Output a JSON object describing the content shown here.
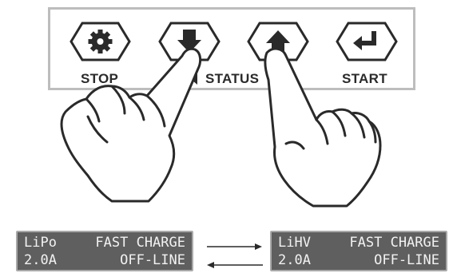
{
  "buttons": [
    {
      "id": "stop",
      "label": "STOP",
      "icon": "gear-icon"
    },
    {
      "id": "down",
      "label": "",
      "icon": "down-arrow-icon"
    },
    {
      "id": "up",
      "label": "",
      "icon": "up-arrow-icon"
    },
    {
      "id": "start",
      "label": "START",
      "icon": "enter-icon"
    }
  ],
  "status_label": "STATUS",
  "displays": [
    {
      "line1_left": "LiPo",
      "line1_right": "FAST CHARGE",
      "line2_left": "2.0A",
      "line2_right": "OFF-LINE"
    },
    {
      "line1_left": "LiHV",
      "line1_right": "FAST CHARGE",
      "line2_left": "2.0A",
      "line2_right": "OFF-LINE"
    }
  ],
  "colors": {
    "panel_border": "#bdbdbd",
    "lcd_bg": "#5f5f5f",
    "ink": "#2a2a2a"
  }
}
